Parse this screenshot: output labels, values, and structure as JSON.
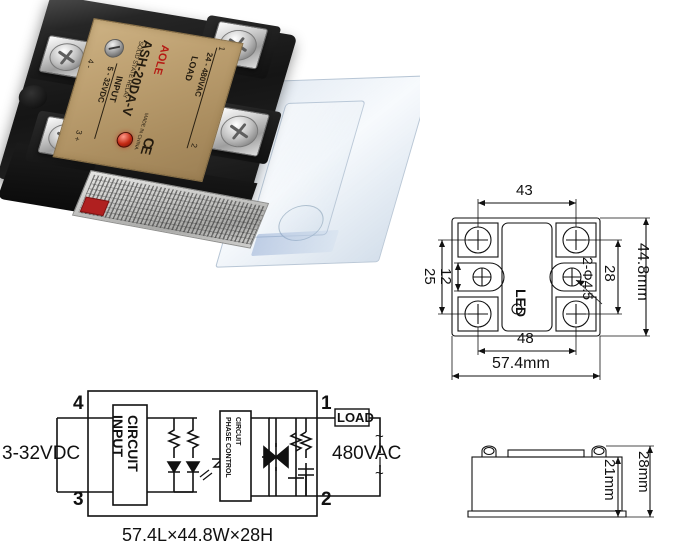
{
  "product": {
    "brand": "AOLE",
    "model": "ASH-20DA-V",
    "type_line": "SOLID STATE RELAY",
    "load_rating": "24 - 480VAC",
    "load_word": "LOAD",
    "input_rating": "5 - 32VDC",
    "input_word": "INPUT",
    "origin": "MADE IN CHINA",
    "certification": "CE",
    "terminal_1": "1",
    "terminal_2": "2",
    "terminal_3": "3 +",
    "terminal_4": "4 -"
  },
  "dimension_drawing": {
    "top_width": "43",
    "left_outer": "25",
    "left_inner": "12",
    "bottom_inner": "48",
    "bottom_overall": "57.4mm",
    "right_inner": "28",
    "right_overall": "44.8mm",
    "hole_note": "2-Φ4.5",
    "led_label": "LED"
  },
  "side_drawing": {
    "height_overall": "28mm",
    "height_body": "21mm"
  },
  "circuit": {
    "terminal_top_left": "4",
    "terminal_bottom_left": "3",
    "terminal_top_right": "1",
    "terminal_bottom_right": "2",
    "input_voltage": "3-32VDC",
    "output_voltage": "480VAC",
    "load_box": "LOAD",
    "input_block_line1": "INPUT",
    "input_block_line2": "CIRCUIT",
    "phase_block_line1": "PHASE CONTROL",
    "phase_block_line2": "CIRCUIT",
    "ac_symbol_top": "~",
    "ac_symbol_bottom": "~",
    "caption": "57.4L×44.8W×28H"
  },
  "colors": {
    "label_gold": "#bfa273",
    "brand_red": "#b61a14",
    "body_black": "#151515",
    "line": "#111111",
    "background": "#ffffff"
  }
}
